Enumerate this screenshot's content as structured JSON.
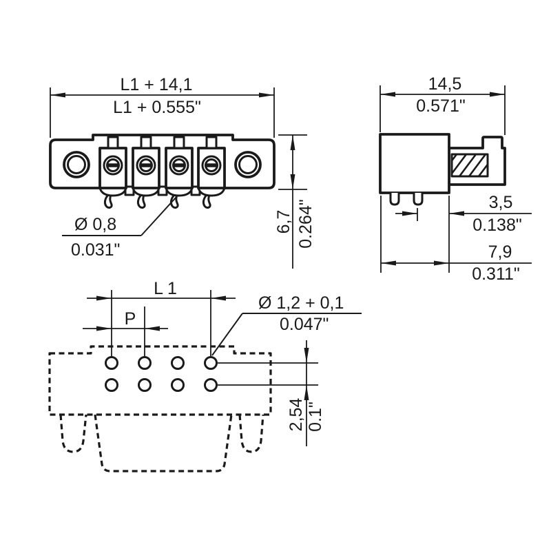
{
  "title": "connector-technical-drawing",
  "colors": {
    "line": "#1a1a1a",
    "background": "#ffffff"
  },
  "front_view": {
    "width_mm": "L1 + 14,1",
    "width_in": "L1 + 0.555\"",
    "height_mm": "6,7",
    "height_in": "0.264\"",
    "pin_diameter_mm": "Ø 0,8",
    "pin_diameter_in": "0.031\""
  },
  "side_view": {
    "depth_mm": "14,5",
    "depth_in": "0.571\"",
    "pin_to_edge_mm": "3,5",
    "pin_to_edge_in": "0.138\"",
    "body_depth_mm": "7,9",
    "body_depth_in": "0.311\""
  },
  "footprint_view": {
    "length_label": "L 1",
    "pitch_label": "P",
    "hole_diameter_mm": "Ø 1,2 + 0,1",
    "hole_diameter_in": "0.047\"",
    "row_spacing_mm": "2,54",
    "row_spacing_in": "0.1\""
  }
}
